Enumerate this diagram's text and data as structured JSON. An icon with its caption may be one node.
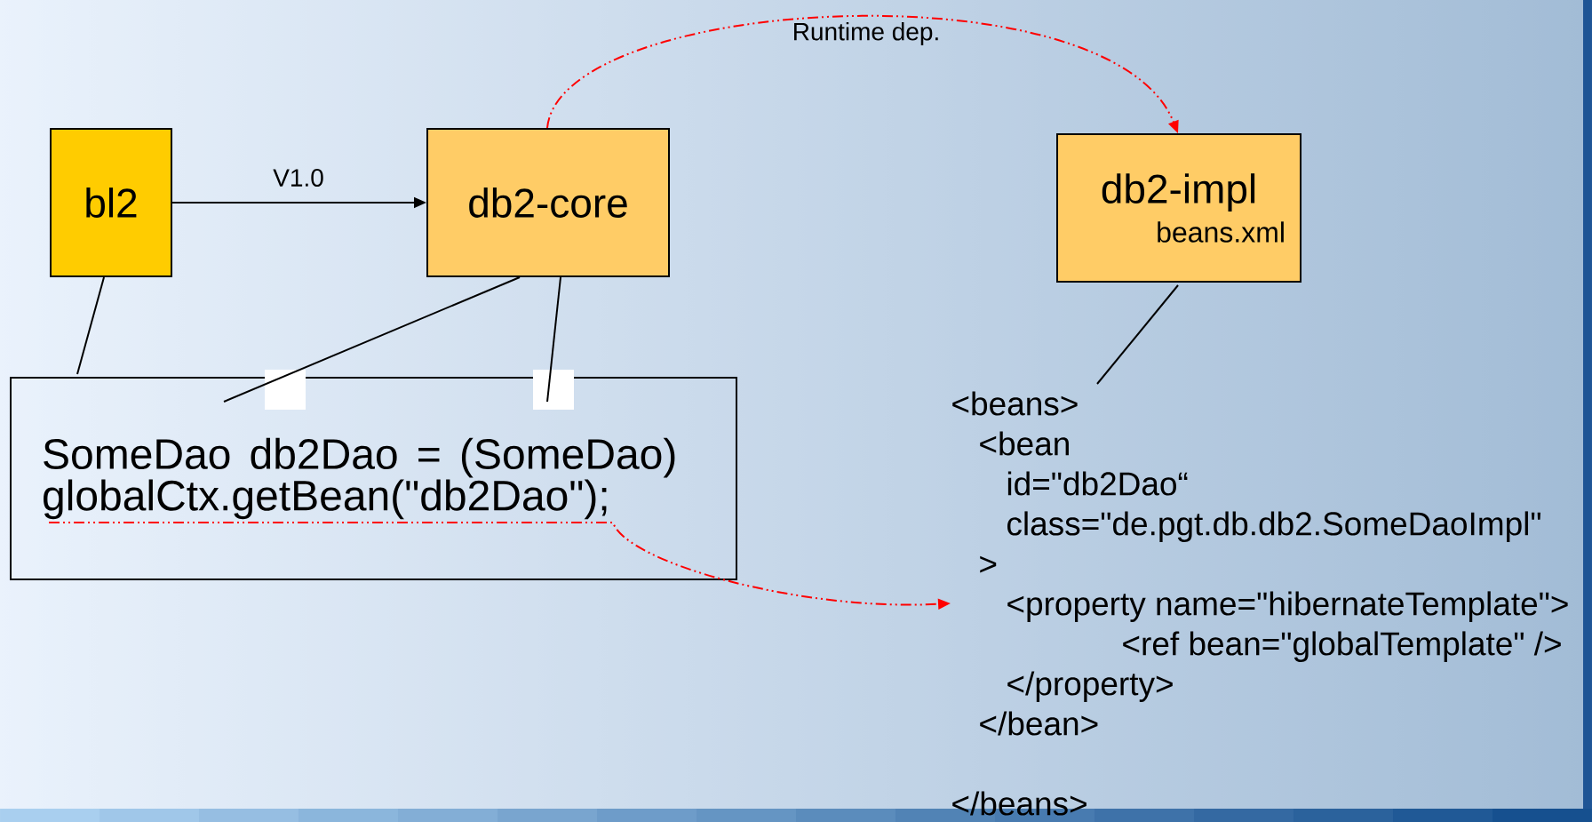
{
  "diagram": {
    "nodes": [
      {
        "text": [
          "bl2"
        ]
      },
      {
        "text": [
          "db2-core"
        ]
      },
      {
        "text": [
          "db2-impl",
          "beans.xml"
        ]
      },
      {
        "text": [
          "SomeDao db2Dao = (SomeDao) globalCtx.getBean(\"db2Dao\");"
        ]
      },
      {
        "text": [
          "<beans>",
          "<bean",
          "id=\"db2Dao“",
          "class=\"de.pgt.db.db2.SomeDaoImpl\"",
          ">",
          "<property name=\"hibernateTemplate\">",
          "<ref bean=\"globalTemplate\" />",
          "</property>",
          "</bean>",
          "</beans>"
        ]
      }
    ],
    "edges": [
      {
        "from": 0,
        "to": 1,
        "arrow": "to",
        "label": "V1.0"
      },
      {
        "from": 1,
        "to": 2,
        "arrow": "to",
        "label": "Runtime dep.",
        "style": "dashed",
        "color": "#ff0000"
      },
      {
        "from": 0,
        "to": 3,
        "arrow": "none"
      },
      {
        "from": 1,
        "to": 3,
        "arrow": "none"
      },
      {
        "from": 1,
        "to": 3,
        "arrow": "none"
      },
      {
        "from": 2,
        "to": 4,
        "arrow": "none"
      },
      {
        "from": 3,
        "to": 4,
        "arrow": "to",
        "style": "dashed",
        "color": "#ff0000"
      }
    ]
  }
}
